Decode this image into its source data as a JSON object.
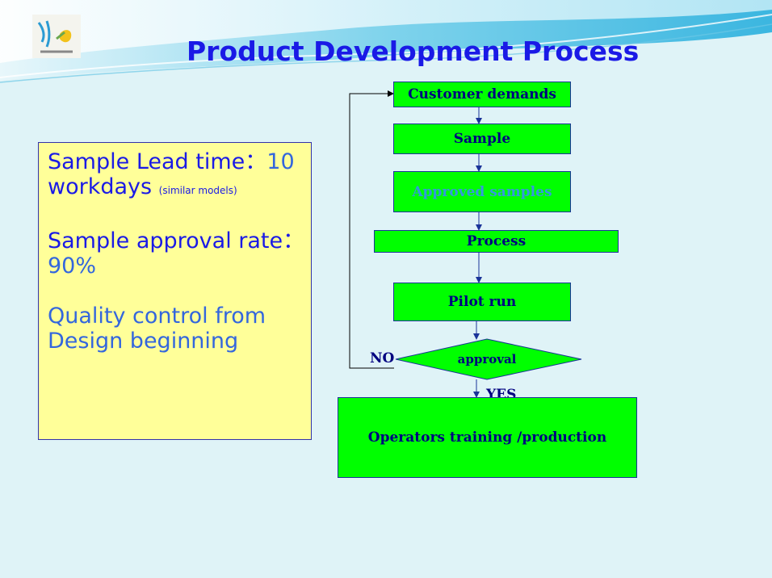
{
  "title": "Product Development Process",
  "info": {
    "lead_time_label": "Sample Lead time：",
    "lead_time_value": "10",
    "lead_time_unit": "workdays",
    "lead_time_note": "(similar models)",
    "approval_label": "Sample approval rate：",
    "approval_value": "90%",
    "quality_line1": "Quality control from",
    "quality_line2": "Design beginning"
  },
  "flow": {
    "customer_demands": "Customer demands",
    "sample": "Sample",
    "approved_samples": "Approved samples",
    "process": "Process",
    "pilot_run": "Pilot run",
    "approval": "approval",
    "no": "NO",
    "yes": "YES",
    "operators_training": "Operators training /production"
  },
  "colors": {
    "node_fill": "#00ff00",
    "title": "#1a1ae6",
    "info_fill": "#ffff99",
    "arrow": "#1a3399"
  },
  "icons": {
    "logo": "company-logo-icon"
  }
}
